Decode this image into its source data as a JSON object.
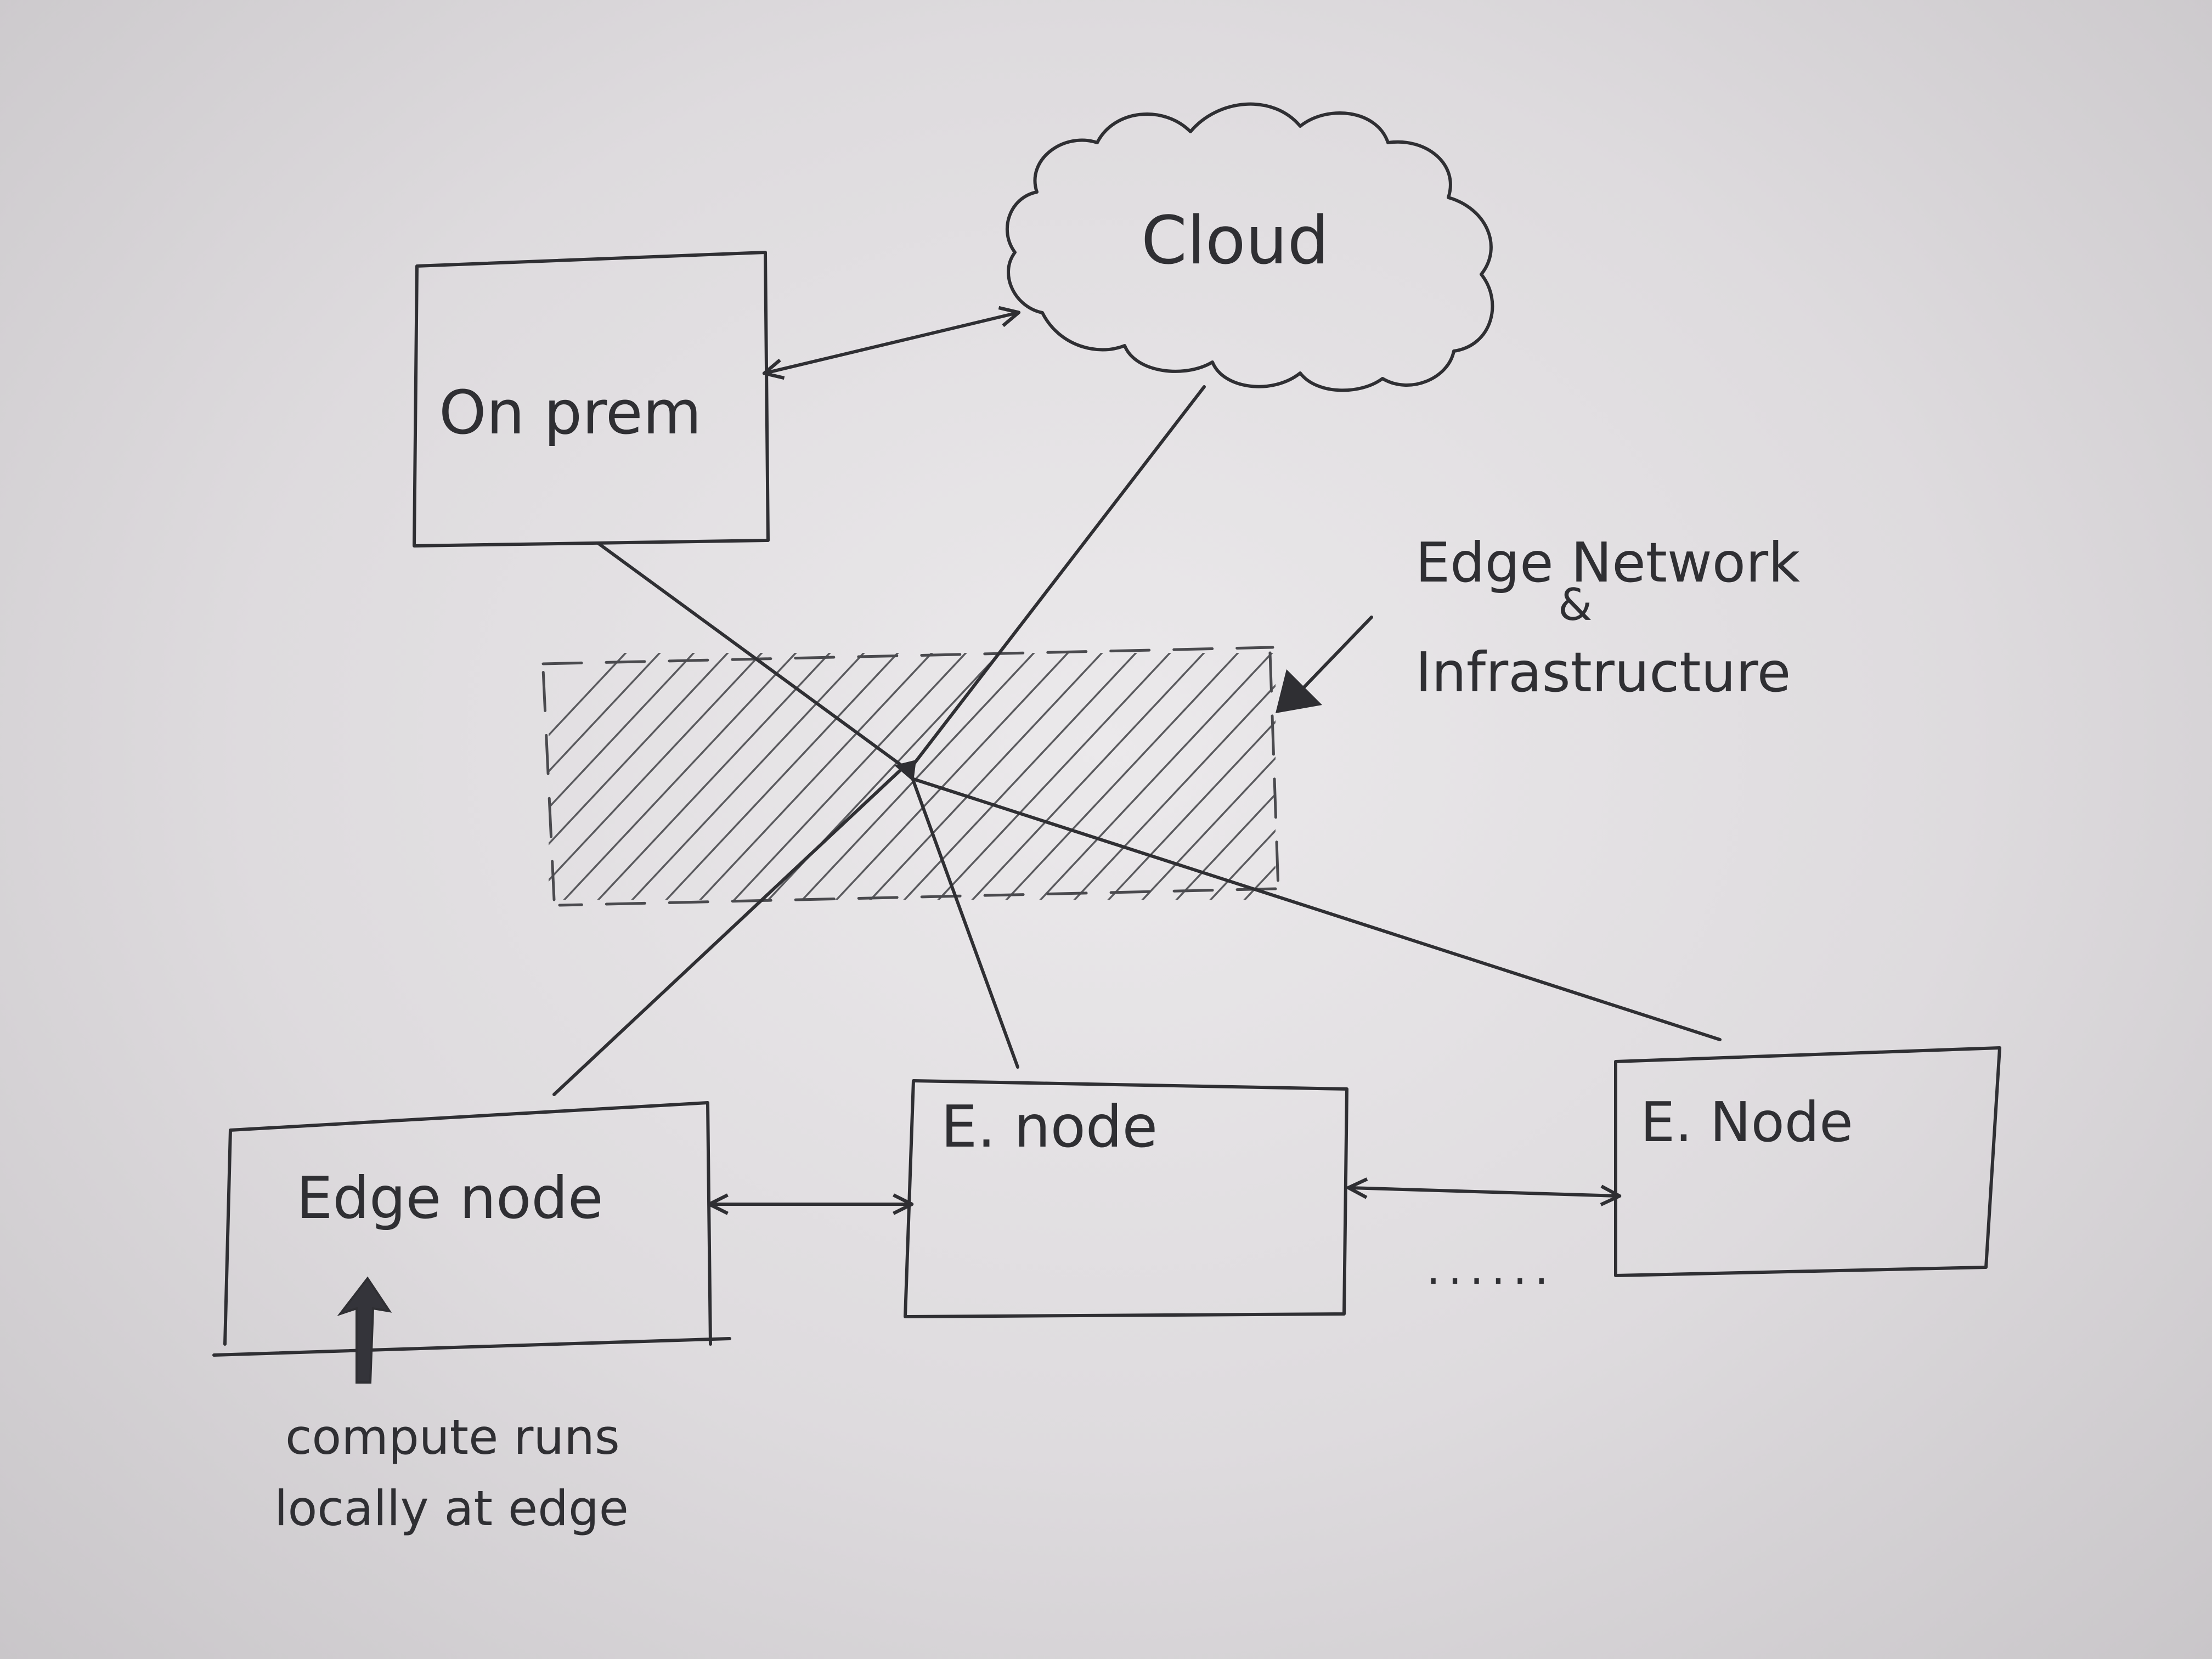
{
  "diagram": {
    "nodes": {
      "cloud": "Cloud",
      "on_prem": "On prem",
      "edge_node": "Edge node",
      "e_node_1": "E. node",
      "e_node_2": "E. Node"
    },
    "region_label_line1": "Edge Network",
    "region_label_line2": "&",
    "region_label_line3": "Infrastructure",
    "annotation_line1": "compute runs",
    "annotation_line2": "locally at edge",
    "ellipsis": "......"
  },
  "colors": {
    "ink": "#2f2f33",
    "paper": "#e6e4e6"
  }
}
